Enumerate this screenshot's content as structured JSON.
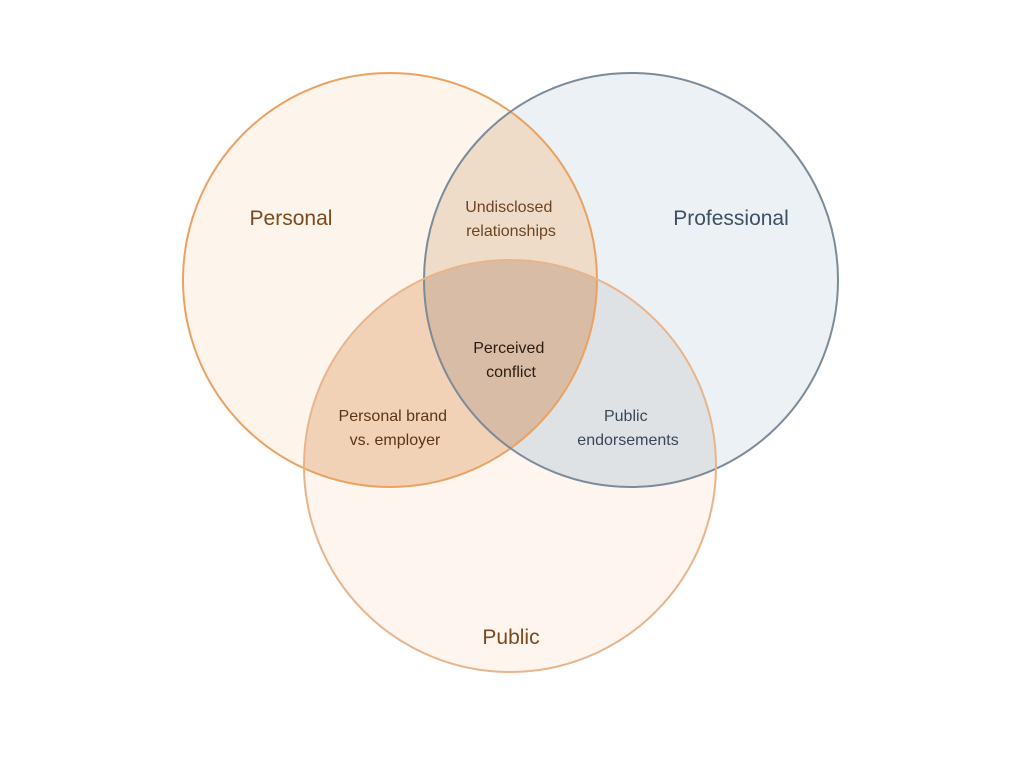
{
  "sets": {
    "personal": {
      "label": "Personal",
      "fill": "#FDF4EB",
      "stroke": "#E9A262",
      "text_color": "#7B4A1F"
    },
    "professional": {
      "label": "Professional",
      "fill": "#ECF1F5",
      "stroke": "#7B8B9A",
      "text_color": "#3E5064"
    },
    "public": {
      "label": "Public",
      "fill": "#FDF5EE",
      "stroke": "#E8B48C",
      "text_color": "#7B4A1F"
    }
  },
  "regions": {
    "personal_professional": {
      "lines": [
        "Undisclosed",
        "relationships"
      ],
      "fill": "#EEDCC9",
      "text_color": "#6E4420"
    },
    "personal_public": {
      "lines": [
        "Personal brand",
        "vs. employer"
      ],
      "fill": "#F2D2B7",
      "text_color": "#5C3515"
    },
    "professional_public": {
      "lines": [
        "Public",
        "endorsements"
      ],
      "fill": "#DFE2E5",
      "text_color": "#3A4757"
    },
    "all": {
      "lines": [
        "Perceived",
        "conflict"
      ],
      "fill": "#D9BCA5",
      "text_color": "#2A1C10"
    }
  }
}
